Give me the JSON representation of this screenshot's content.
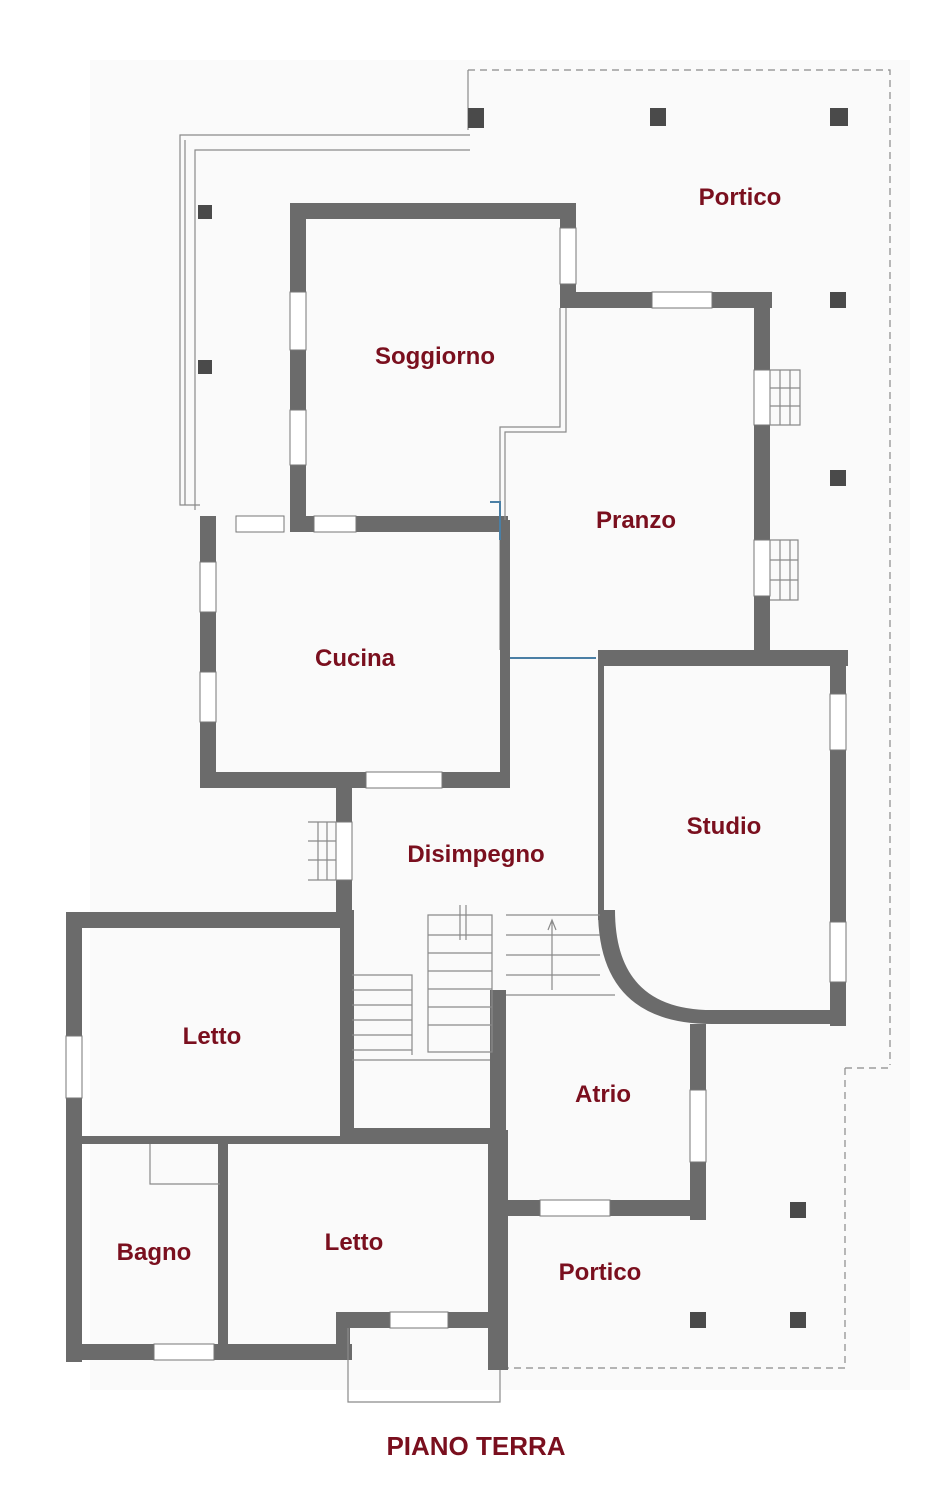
{
  "plan": {
    "title": "PIANO TERRA",
    "label_color": "#7a0f1e",
    "wall_color": "#6b6b6b",
    "rooms": {
      "portico_top": "Portico",
      "soggiorno": "Soggiorno",
      "pranzo": "Pranzo",
      "cucina": "Cucina",
      "studio": "Studio",
      "disimpegno": "Disimpegno",
      "letto_1": "Letto",
      "atrio": "Atrio",
      "bagno": "Bagno",
      "letto_2": "Letto",
      "portico_bottom": "Portico"
    }
  }
}
